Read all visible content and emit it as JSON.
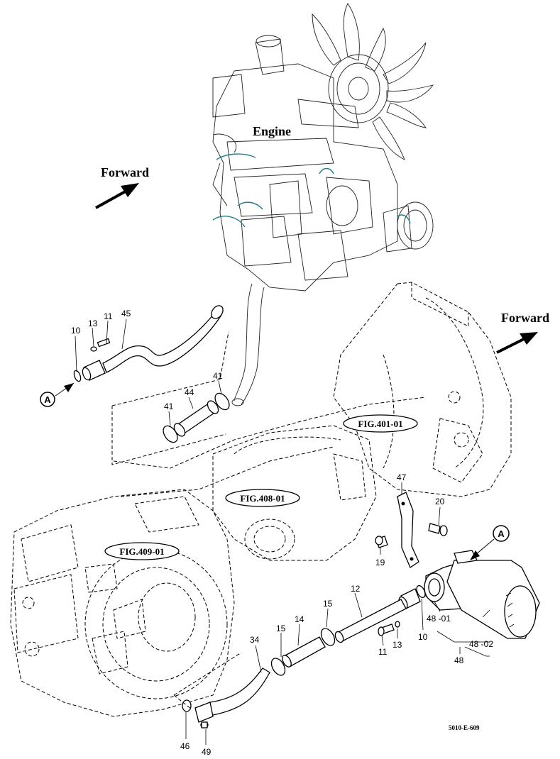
{
  "labels": {
    "engine": "Engine",
    "forward_top": "Forward",
    "forward_right": "Forward",
    "fig_401": "FIG.401-01",
    "fig_408": "FIG.408-01",
    "fig_409": "FIG.409-01",
    "drawing_code": "5010-E-609",
    "ref_a_left": "A",
    "ref_a_right": "A"
  },
  "callouts": {
    "c10_top": "10",
    "c13_top": "13",
    "c11_top": "11",
    "c45": "45",
    "c41_right": "41",
    "c44": "44",
    "c41_left": "41",
    "c47": "47",
    "c20": "20",
    "c19": "19",
    "c12": "12",
    "c15_upper": "15",
    "c14": "14",
    "c15_lower": "15",
    "c34": "34",
    "c11_bottom": "11",
    "c13_bottom": "13",
    "c10_bottom": "10",
    "c48_01": "48 -01",
    "c48_02": "48 -02",
    "c48": "48",
    "c46": "46",
    "c49": "49"
  }
}
